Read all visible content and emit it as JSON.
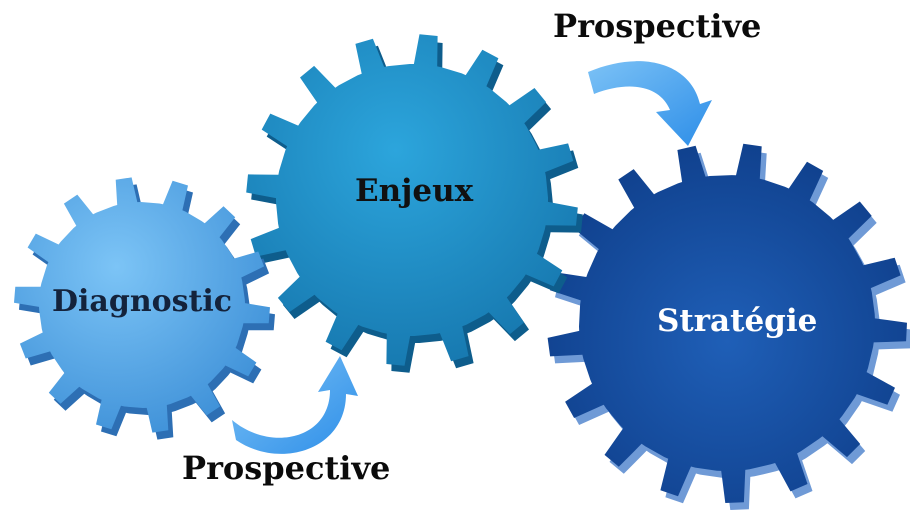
{
  "gears": [
    {
      "id": "diagnostic",
      "label": "Diagnostic",
      "color_light": "#6cb8f2",
      "color_dark": "#3e8fd6"
    },
    {
      "id": "enjeux",
      "label": "Enjeux",
      "color_light": "#2a9fd6",
      "color_dark": "#1678b0"
    },
    {
      "id": "strategie",
      "label": "Stratégie",
      "color_light": "#2060b8",
      "color_dark": "#0d3a86"
    }
  ],
  "arrows": {
    "top_label": "Prospective",
    "bottom_label": "Prospective",
    "color": "#4aa3f0"
  }
}
